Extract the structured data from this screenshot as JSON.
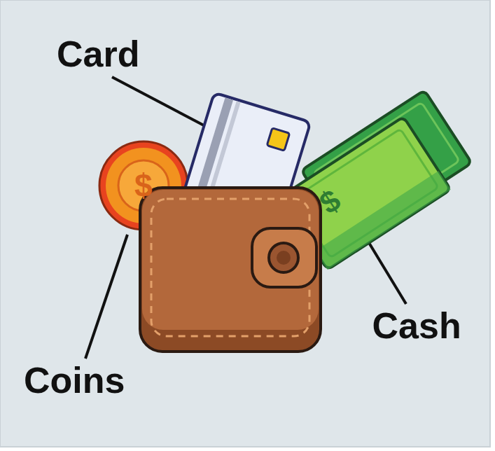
{
  "diagram": {
    "labels": [
      "Card",
      "$",
      "$",
      "Cash",
      "Coins"
    ]
  }
}
